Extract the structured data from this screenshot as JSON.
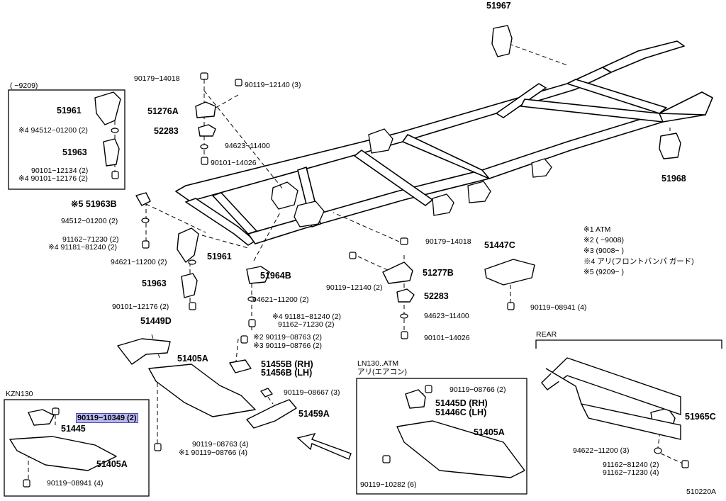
{
  "diagram_id": "510220A",
  "parts": {
    "p51967": "51967",
    "p51968": "51968",
    "p90179_top": "90179−14018",
    "p90119_12140_top": "90119−12140 (3)",
    "p51276A": "51276A",
    "p52283_top": "52283",
    "p94623_top": "94623−11400",
    "p90101_14026_top": "90101−14026",
    "p51963B": "※5 51963B",
    "p94512_mid": "94512−01200 (2)",
    "p91162_mid": "91162−71230 (2)",
    "p91181_mid": "※4 91181−81240 (2)",
    "p51961_mid": "51961",
    "p94621_left": "94621−11200 (2)",
    "p51963_mid": "51963",
    "p90101_12176_mid": "90101−12176 (2)",
    "p51964B": "51964B",
    "p94621_center": "94621−11200 (2)",
    "p91181_center": "※4 91181−81240 (2)",
    "p91162_center": "91162−71230 (2)",
    "p51449D": "51449D",
    "p51405A_center": "51405A",
    "p90119_08763_2": "※2 90119−08763 (2)",
    "p90119_08766_3": "※3 90119−08766 (2)",
    "p51455B": "51455B (RH)",
    "p51456B": "51456B (LH)",
    "p90119_08667": "90119−08667 (3)",
    "p51459A": "51459A",
    "p90119_08763_4": "90119−08763 (4)",
    "p90119_08766_4": "※1 90119−08766 (4)",
    "p90179_right": "90179−14018",
    "p51277B": "51277B",
    "p90119_12140_right": "90119−12140 (2)",
    "p52283_right": "52283",
    "p94623_right": "94623−11400",
    "p90101_14026_right": "90101−14026",
    "p51447C": "51447C",
    "p90119_08941_right": "90119−08941 (4)"
  },
  "legend": {
    "l1": "※1 ATM",
    "l2": "※2 (     −9008)",
    "l3": "※3 (9008−     )",
    "l4": "※4 アリ(フロントバンパ ガード)",
    "l5": "※5 (9209−     )"
  },
  "box_9209": {
    "title": "(     −9209)",
    "p51961": "51961",
    "p94512": "※4 94512−01200 (2)",
    "p51963": "51963",
    "p90101": "90101−12134 (2)",
    "p90101b": "※4 90101−12176 (2)"
  },
  "box_kzn": {
    "title": "KZN130",
    "p90119_10349": "90119−10349 (2)",
    "p51445": "51445",
    "p51405A": "51405A",
    "p90119_08941": "90119−08941 (4)"
  },
  "box_ln": {
    "title1": "LN130..ATM",
    "title2": "アリ(エアコン)",
    "p90119_08766": "90119−08766 (2)",
    "p51445D": "51445D (RH)",
    "p51446C": "51446C (LH)",
    "p51405A": "51405A",
    "p90119_10282": "90119−10282 (6)"
  },
  "rear": {
    "title": "REAR",
    "p51965C": "51965C",
    "p94622": "94622−11200 (3)",
    "p91162_81240": "91162−81240 (2)",
    "p91162_71230": "91162−71230 (4)"
  }
}
